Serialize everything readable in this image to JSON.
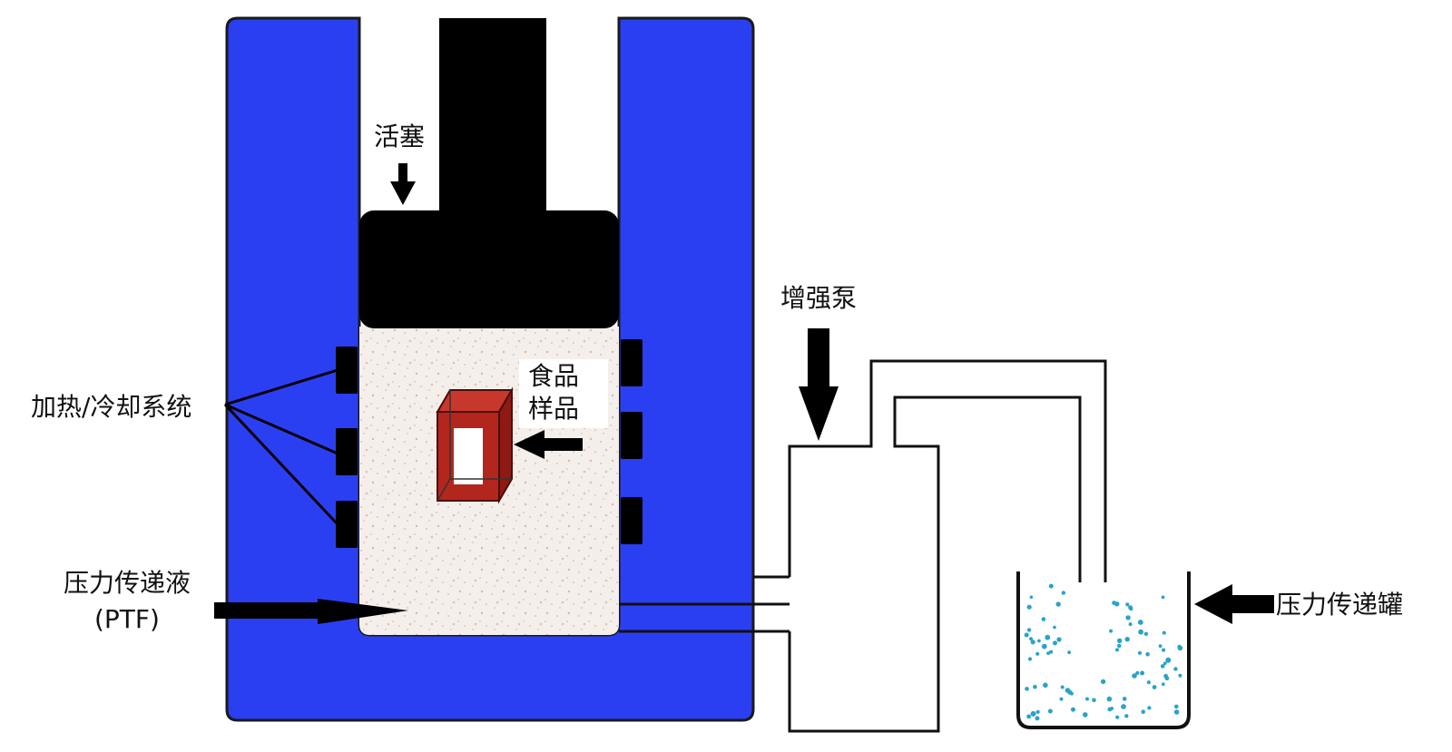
{
  "colors": {
    "vessel": "#2b3ff2",
    "piston": "#000000",
    "fluid_bg": "#f3eeea",
    "sample": "#b3261e",
    "tank_dots": "#2aa3c7",
    "pipe": "#111111"
  },
  "labels": {
    "piston": "活塞",
    "food_sample_line1": "食品",
    "food_sample_line2": "样品",
    "intensifier_pump": "增强泵",
    "heating_cooling": "加热/冷却系统",
    "ptf_line1": "压力传递液",
    "ptf_line2": "(PTF)",
    "ptf_tank": "压力传递罐"
  }
}
